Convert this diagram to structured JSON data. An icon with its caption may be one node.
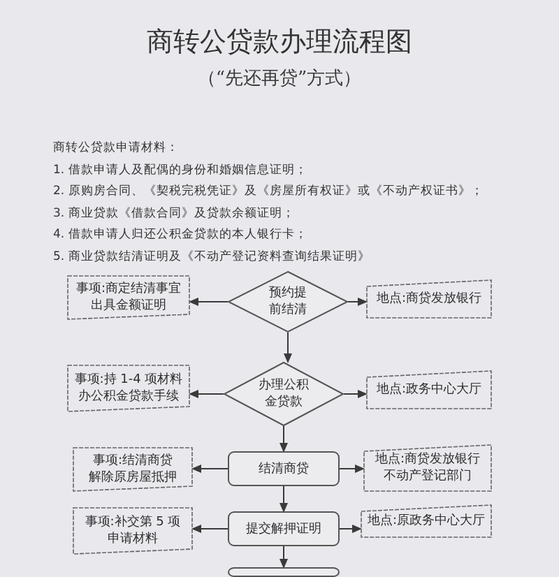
{
  "diagram": {
    "title": "商转公贷款办理流程图",
    "nodes": [
      {
        "text": [
          "事项:商定结清事宜出具金额证明"
        ]
      },
      {
        "text": [
          "预约提前结清"
        ]
      },
      {
        "text": [
          "地点:商贷发放银行"
        ]
      },
      {
        "text": [
          "事项:持 1-4 项材料办公积金贷款手续"
        ]
      },
      {
        "text": [
          "办理公积金贷款"
        ]
      },
      {
        "text": [
          "地点:政务中心大厅"
        ]
      },
      {
        "text": [
          "事项:结清商贷解除原房屋抵押"
        ]
      },
      {
        "text": [
          "结清商贷"
        ]
      },
      {
        "text": [
          "地点:商贷发放银行不动产登记部门"
        ]
      },
      {
        "text": [
          "事项:补交第 5 项申请材料"
        ]
      },
      {
        "text": [
          "提交解押证明"
        ]
      },
      {
        "text": [
          "地点:原政务中心大厅"
        ]
      },
      {
        "text": [],
        "shape": "box"
      }
    ],
    "edges": [
      {
        "from": 1,
        "to": 0,
        "arrow": "to"
      },
      {
        "from": 1,
        "to": 2,
        "arrow": "to"
      },
      {
        "from": 1,
        "to": 4,
        "arrow": "to"
      },
      {
        "from": 4,
        "to": 3,
        "arrow": "to"
      },
      {
        "from": 4,
        "to": 5,
        "arrow": "to"
      },
      {
        "from": 4,
        "to": 7,
        "arrow": "to"
      },
      {
        "from": 7,
        "to": 6,
        "arrow": "to"
      },
      {
        "from": 7,
        "to": 8,
        "arrow": "to"
      },
      {
        "from": 7,
        "to": 10,
        "arrow": "to"
      },
      {
        "from": 10,
        "to": 9,
        "arrow": "to"
      },
      {
        "from": 10,
        "to": 11,
        "arrow": "to"
      },
      {
        "from": 10,
        "to": 12,
        "arrow": "to"
      }
    ],
    "labels": [
      "（“先还再贷”方式）",
      "商转公贷款申请材料：",
      "1. 借款申请人及配偶的身份和婚姻信息证明；",
      "2. 原购房合同、《契税完税凭证》及《房屋所有权证》或《不动产权证书》；",
      "3. 商业贷款《借款合同》及贷款余额证明；",
      "4. 借款申请人归还公积金贷款的本人银行卡；",
      "5. 商业贷款结清证明及《不动产登记资料查询结果证明》"
    ]
  }
}
